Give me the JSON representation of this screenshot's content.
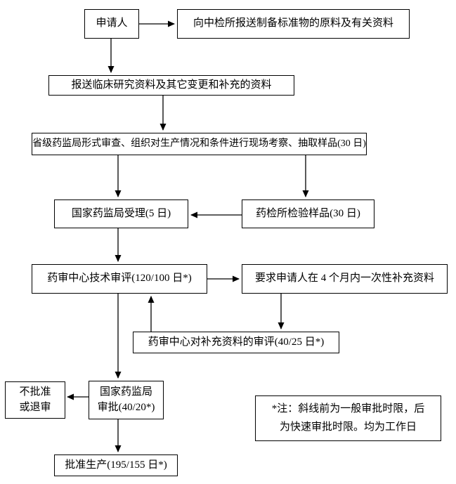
{
  "colors": {
    "line": "#000000",
    "border": "#000000",
    "background": "#ffffff",
    "text": "#000000"
  },
  "diagram": {
    "type": "flowchart",
    "language": "zh-CN",
    "nodes": {
      "applicant": {
        "label": "申请人"
      },
      "submit_standard_materials": {
        "label": "向中检所报送制备标准物的原料及有关资料"
      },
      "submit_clinical_data": {
        "label": "报送临床研究资料及其它变更和补充的资料"
      },
      "provincial_review": {
        "label": "省级药监局形式审查、组织对生产情况和条件进行现场考察、抽取样品(30 日)"
      },
      "sda_acceptance": {
        "label": "国家药监局受理(5 日)"
      },
      "sample_testing": {
        "label": "药检所检验样品(30 日)"
      },
      "cde_technical_review": {
        "label": "药审中心技术审评(120/100 日*)"
      },
      "request_supplement": {
        "label": "要求申请人在 4 个月内一次性补充资料"
      },
      "supplement_review": {
        "label": "药审中心对补充资料的审评(40/25 日*)"
      },
      "reject": {
        "lines": [
          "不批准",
          "或退审"
        ]
      },
      "sda_approval": {
        "lines": [
          "国家药监局",
          "审批(40/20*)"
        ]
      },
      "approve_production": {
        "label": "批准生产(195/155 日*)"
      },
      "note": {
        "lines": [
          "*注：斜线前为一般审批时限，后",
          "为快速审批时限。均为工作日"
        ]
      }
    },
    "edges": [
      {
        "from": "applicant",
        "to": "submit_standard_materials"
      },
      {
        "from": "applicant",
        "to": "submit_clinical_data"
      },
      {
        "from": "submit_clinical_data",
        "to": "provincial_review"
      },
      {
        "from": "provincial_review",
        "to": "sda_acceptance"
      },
      {
        "from": "provincial_review",
        "to": "sample_testing"
      },
      {
        "from": "sample_testing",
        "to": "sda_acceptance"
      },
      {
        "from": "sda_acceptance",
        "to": "cde_technical_review"
      },
      {
        "from": "cde_technical_review",
        "to": "request_supplement"
      },
      {
        "from": "request_supplement",
        "to": "supplement_review"
      },
      {
        "from": "supplement_review",
        "to": "cde_technical_review"
      },
      {
        "from": "cde_technical_review",
        "to": "sda_approval"
      },
      {
        "from": "sda_approval",
        "to": "reject"
      },
      {
        "from": "sda_approval",
        "to": "approve_production"
      }
    ]
  }
}
